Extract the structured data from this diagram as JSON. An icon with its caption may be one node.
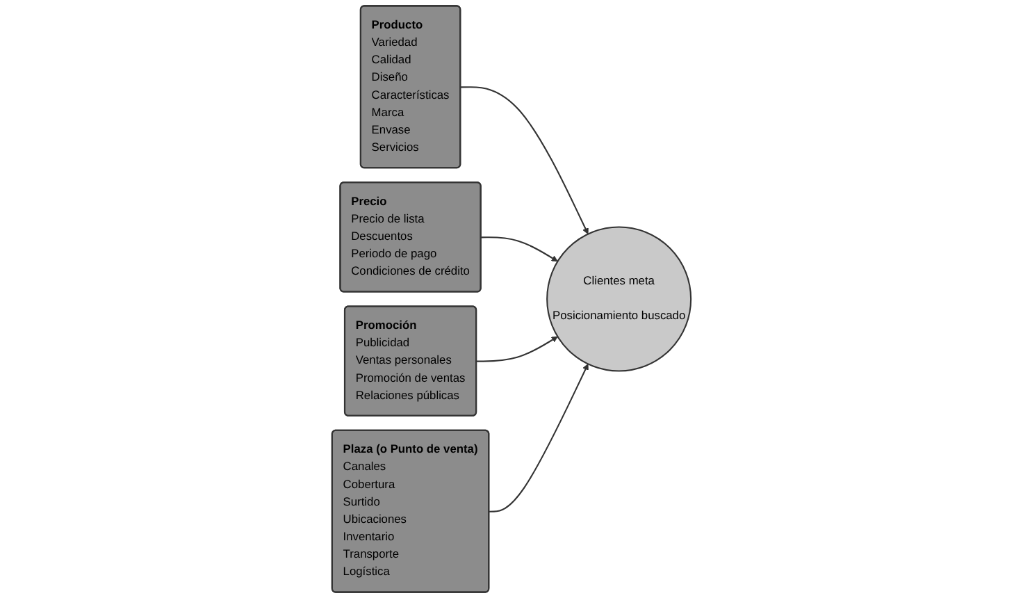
{
  "diagram": {
    "nodes": [
      {
        "text": [
          "Producto",
          "Variedad",
          "Calidad",
          "Diseño",
          "Características",
          "Marca",
          "Envase",
          "Servicios"
        ]
      },
      {
        "text": [
          "Precio",
          "Precio de lista",
          "Descuentos",
          "Periodo de pago",
          "Condiciones de crédito"
        ]
      },
      {
        "text": [
          "Clientes meta",
          "Posicionamiento buscado"
        ]
      },
      {
        "text": [
          "Promoción",
          "Publicidad",
          "Ventas personales",
          "Promoción de ventas",
          "Relaciones públicas"
        ]
      },
      {
        "text": [
          "Plaza (o Punto de venta)",
          "Canales",
          "Cobertura",
          "Surtido",
          "Ubicaciones",
          "Inventario",
          "Transporte",
          "Logística"
        ]
      }
    ],
    "edges": [
      {
        "from": 0,
        "to": 2,
        "arrow": "to"
      },
      {
        "from": 1,
        "to": 2,
        "arrow": "to"
      },
      {
        "from": 3,
        "to": 2,
        "arrow": "to"
      },
      {
        "from": 4,
        "to": 2,
        "arrow": "to"
      }
    ]
  }
}
